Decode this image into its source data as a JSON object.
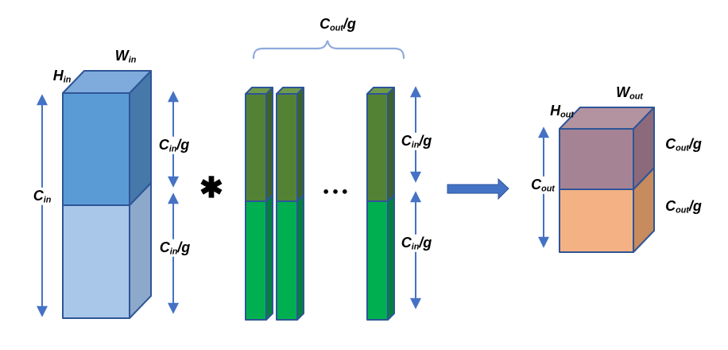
{
  "colors": {
    "outline": "#2E5597",
    "arrow": "#4472C4",
    "brace": "#8FAADC",
    "fat_arrow": "#4472C4",
    "fat_arrow_edge": "#2F5597",
    "text": "#000000",
    "input_top_front": "#5B9BD5",
    "input_top_side": "#4678AA",
    "input_top_face": "#7FABDC",
    "input_bottom_front": "#A9C7E9",
    "input_bottom_side": "#8CA9CB",
    "kernel_top_front": "#548235",
    "kernel_top_side": "#3E6326",
    "kernel_top_face": "#6E9A4A",
    "kernel_bottom_front": "#00B050",
    "kernel_bottom_side": "#00823C",
    "output_top_front": "#A58394",
    "output_top_side": "#8C6A7B",
    "output_top_face": "#B493A0",
    "output_bottom_front": "#F4B183",
    "output_bottom_side": "#C78B5D"
  },
  "input": {
    "height_label": {
      "base": "H",
      "sub": "in",
      "suffix": ""
    },
    "width_label": {
      "base": "W",
      "sub": "in",
      "suffix": ""
    },
    "channels_label": {
      "base": "C",
      "sub": "in",
      "suffix": ""
    },
    "group_top_label": {
      "base": "C",
      "sub": "in",
      "suffix": "/g"
    },
    "group_bottom_label": {
      "base": "C",
      "sub": "in",
      "suffix": "/g"
    }
  },
  "operator": {
    "symbol": "✱"
  },
  "kernels": {
    "brace_label": {
      "base": "C",
      "sub": "out",
      "suffix": "/g"
    },
    "group_top_label": {
      "base": "C",
      "sub": "in",
      "suffix": "/g"
    },
    "group_bottom_label": {
      "base": "C",
      "sub": "in",
      "suffix": "/g"
    },
    "ellipsis": "●●●"
  },
  "output": {
    "height_label": {
      "base": "H",
      "sub": "out",
      "suffix": ""
    },
    "width_label": {
      "base": "W",
      "sub": "out",
      "suffix": ""
    },
    "channels_label": {
      "base": "C",
      "sub": "out",
      "suffix": ""
    },
    "group_top_label": {
      "base": "C",
      "sub": "out",
      "suffix": "/g"
    },
    "group_bottom_label": {
      "base": "C",
      "sub": "out",
      "suffix": "/g"
    }
  }
}
